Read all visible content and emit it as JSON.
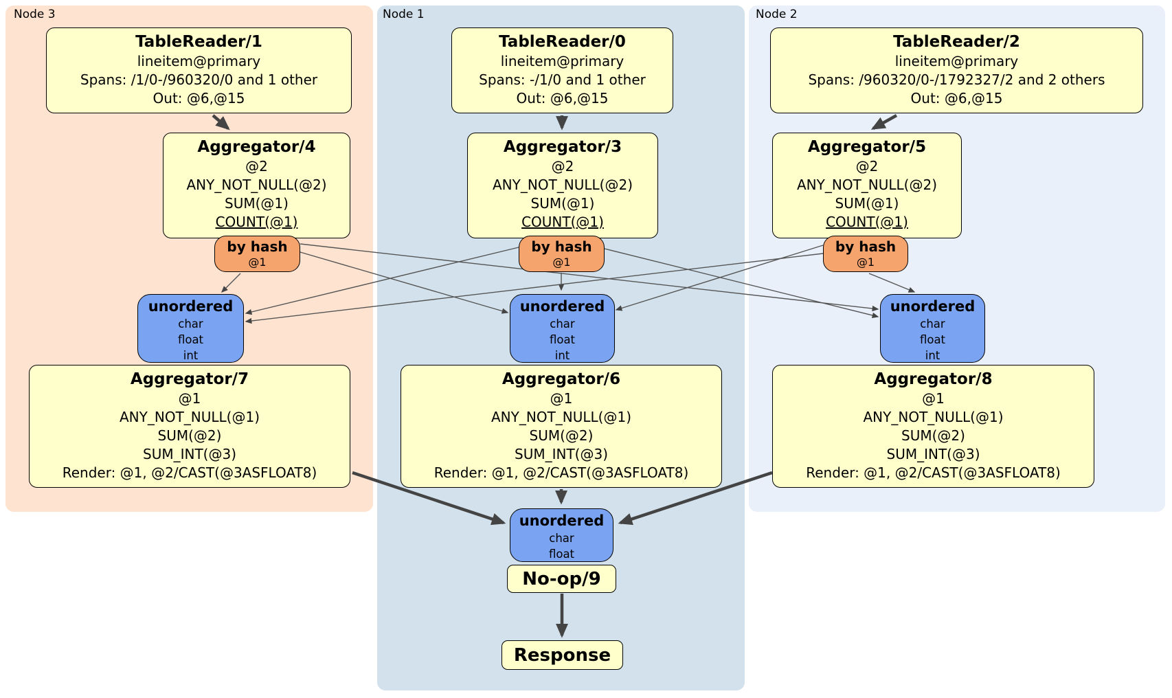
{
  "colors": {
    "panel_node3": "#fde3d0",
    "panel_node1": "#d2e1eb",
    "panel_node2": "#eaf0f9",
    "processor_box": "#ffffcc",
    "hash_router_box": "#f6a46d",
    "sync_box": "#7aa4f2",
    "edge": "#444444"
  },
  "panels": {
    "node3": {
      "label": "Node 3",
      "tablereader": {
        "title": "TableReader/1",
        "lines": [
          "lineitem@primary",
          "Spans: /1/0-/960320/0 and 1 other",
          "Out: @6,@15"
        ]
      },
      "aggregator_top": {
        "title": "Aggregator/4",
        "lines": [
          "@2",
          "ANY_NOT_NULL(@2)",
          "SUM(@1)",
          "COUNT(@1)"
        ]
      },
      "by_hash": {
        "title": "by hash",
        "detail": "@1"
      },
      "unordered": {
        "title": "unordered",
        "lines": [
          "char",
          "float",
          "int"
        ]
      },
      "aggregator_bottom": {
        "title": "Aggregator/7",
        "lines": [
          "@1",
          "ANY_NOT_NULL(@1)",
          "SUM(@2)",
          "SUM_INT(@3)",
          "Render: @1, @2/CAST(@3ASFLOAT8)"
        ]
      }
    },
    "node1": {
      "label": "Node 1",
      "tablereader": {
        "title": "TableReader/0",
        "lines": [
          "lineitem@primary",
          "Spans: -/1/0 and 1 other",
          "Out: @6,@15"
        ]
      },
      "aggregator_top": {
        "title": "Aggregator/3",
        "lines": [
          "@2",
          "ANY_NOT_NULL(@2)",
          "SUM(@1)",
          "COUNT(@1)"
        ]
      },
      "by_hash": {
        "title": "by hash",
        "detail": "@1"
      },
      "unordered": {
        "title": "unordered",
        "lines": [
          "char",
          "float",
          "int"
        ]
      },
      "aggregator_bottom": {
        "title": "Aggregator/6",
        "lines": [
          "@1",
          "ANY_NOT_NULL(@1)",
          "SUM(@2)",
          "SUM_INT(@3)",
          "Render: @1, @2/CAST(@3ASFLOAT8)"
        ]
      },
      "final_unordered": {
        "title": "unordered",
        "lines": [
          "char",
          "float"
        ]
      },
      "noop": {
        "title": "No-op/9"
      },
      "response": {
        "title": "Response"
      }
    },
    "node2": {
      "label": "Node 2",
      "tablereader": {
        "title": "TableReader/2",
        "lines": [
          "lineitem@primary",
          "Spans: /960320/0-/1792327/2 and 2 others",
          "Out: @6,@15"
        ]
      },
      "aggregator_top": {
        "title": "Aggregator/5",
        "lines": [
          "@2",
          "ANY_NOT_NULL(@2)",
          "SUM(@1)",
          "COUNT(@1)"
        ]
      },
      "by_hash": {
        "title": "by hash",
        "detail": "@1"
      },
      "unordered": {
        "title": "unordered",
        "lines": [
          "char",
          "float",
          "int"
        ]
      },
      "aggregator_bottom": {
        "title": "Aggregator/8",
        "lines": [
          "@1",
          "ANY_NOT_NULL(@1)",
          "SUM(@2)",
          "SUM_INT(@3)",
          "Render: @1, @2/CAST(@3ASFLOAT8)"
        ]
      }
    }
  }
}
